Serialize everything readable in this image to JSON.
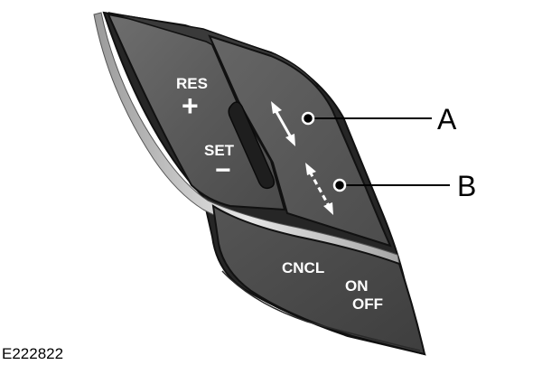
{
  "buttons": {
    "res_label": "RES",
    "plus_symbol": "+",
    "set_label": "SET",
    "minus_symbol": "−",
    "cncl_label": "CNCL",
    "on_label": "ON",
    "off_label": "OFF"
  },
  "callouts": {
    "a_letter": "A",
    "b_letter": "B"
  },
  "figure_id": "E222822",
  "icons": {
    "gap_icon_a": "double-arrow-solid-icon",
    "gap_icon_b": "double-arrow-dashed-icon"
  },
  "colors": {
    "button_fill": "#5a5a5a",
    "button_dark": "#2e2e2e",
    "chrome_trim": "#d4d4d4",
    "outline": "#111111",
    "label": "#ffffff"
  }
}
